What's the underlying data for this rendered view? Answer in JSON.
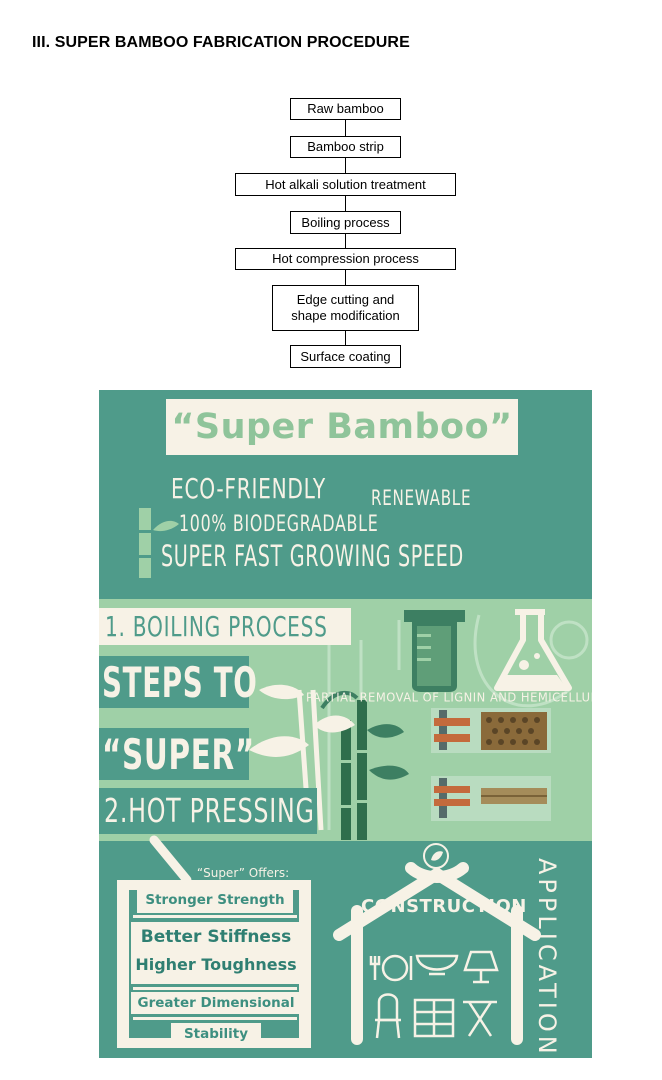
{
  "heading": "III. SUPER BAMBOO FABRICATION PROCEDURE",
  "flowchart": {
    "steps": [
      "Raw bamboo",
      "Bamboo strip",
      "Hot alkali solution treatment",
      "Boiling process",
      "Hot compression process",
      "Edge cutting and",
      "shape modification",
      "Surface coating"
    ]
  },
  "poster": {
    "title": "“Super Bamboo”",
    "props": {
      "eco": "ECO-FRIENDLY",
      "renewable": "RENEWABLE",
      "biodegradable": "100% BIODEGRADABLE",
      "growth": "SUPER FAST GROWING SPEED"
    },
    "steps": {
      "step1": "1. BOILING PROCESS",
      "steps_to": "STEPS TO",
      "super": "“SUPER”",
      "step2": "2.HOT PRESSING",
      "lignin_note": "PARTIAL REMOVAL OF LIGNIN AND HEMICELLULOSE"
    },
    "offers": {
      "heading": "“Super” Offers:",
      "items": [
        "Stronger Strength",
        "Better Stiffness",
        "Higher Toughness",
        "Greater Dimensional",
        "Stability"
      ]
    },
    "construction": "CONSTRUCTION",
    "applications": "APPLICATIONS",
    "icons": [
      "cutlery-plate-icon",
      "bowl-icon",
      "lamp-icon",
      "chair-icon",
      "cabinet-icon",
      "table-icon",
      "recycle-leaf-icon",
      "beaker-icon",
      "flask-icon",
      "bamboo-icon"
    ],
    "colors": {
      "teal": "#4f9b8a",
      "light_green": "#9fd0a7",
      "cream": "#f7f2e6",
      "dark_teal": "#3d8f80"
    }
  }
}
